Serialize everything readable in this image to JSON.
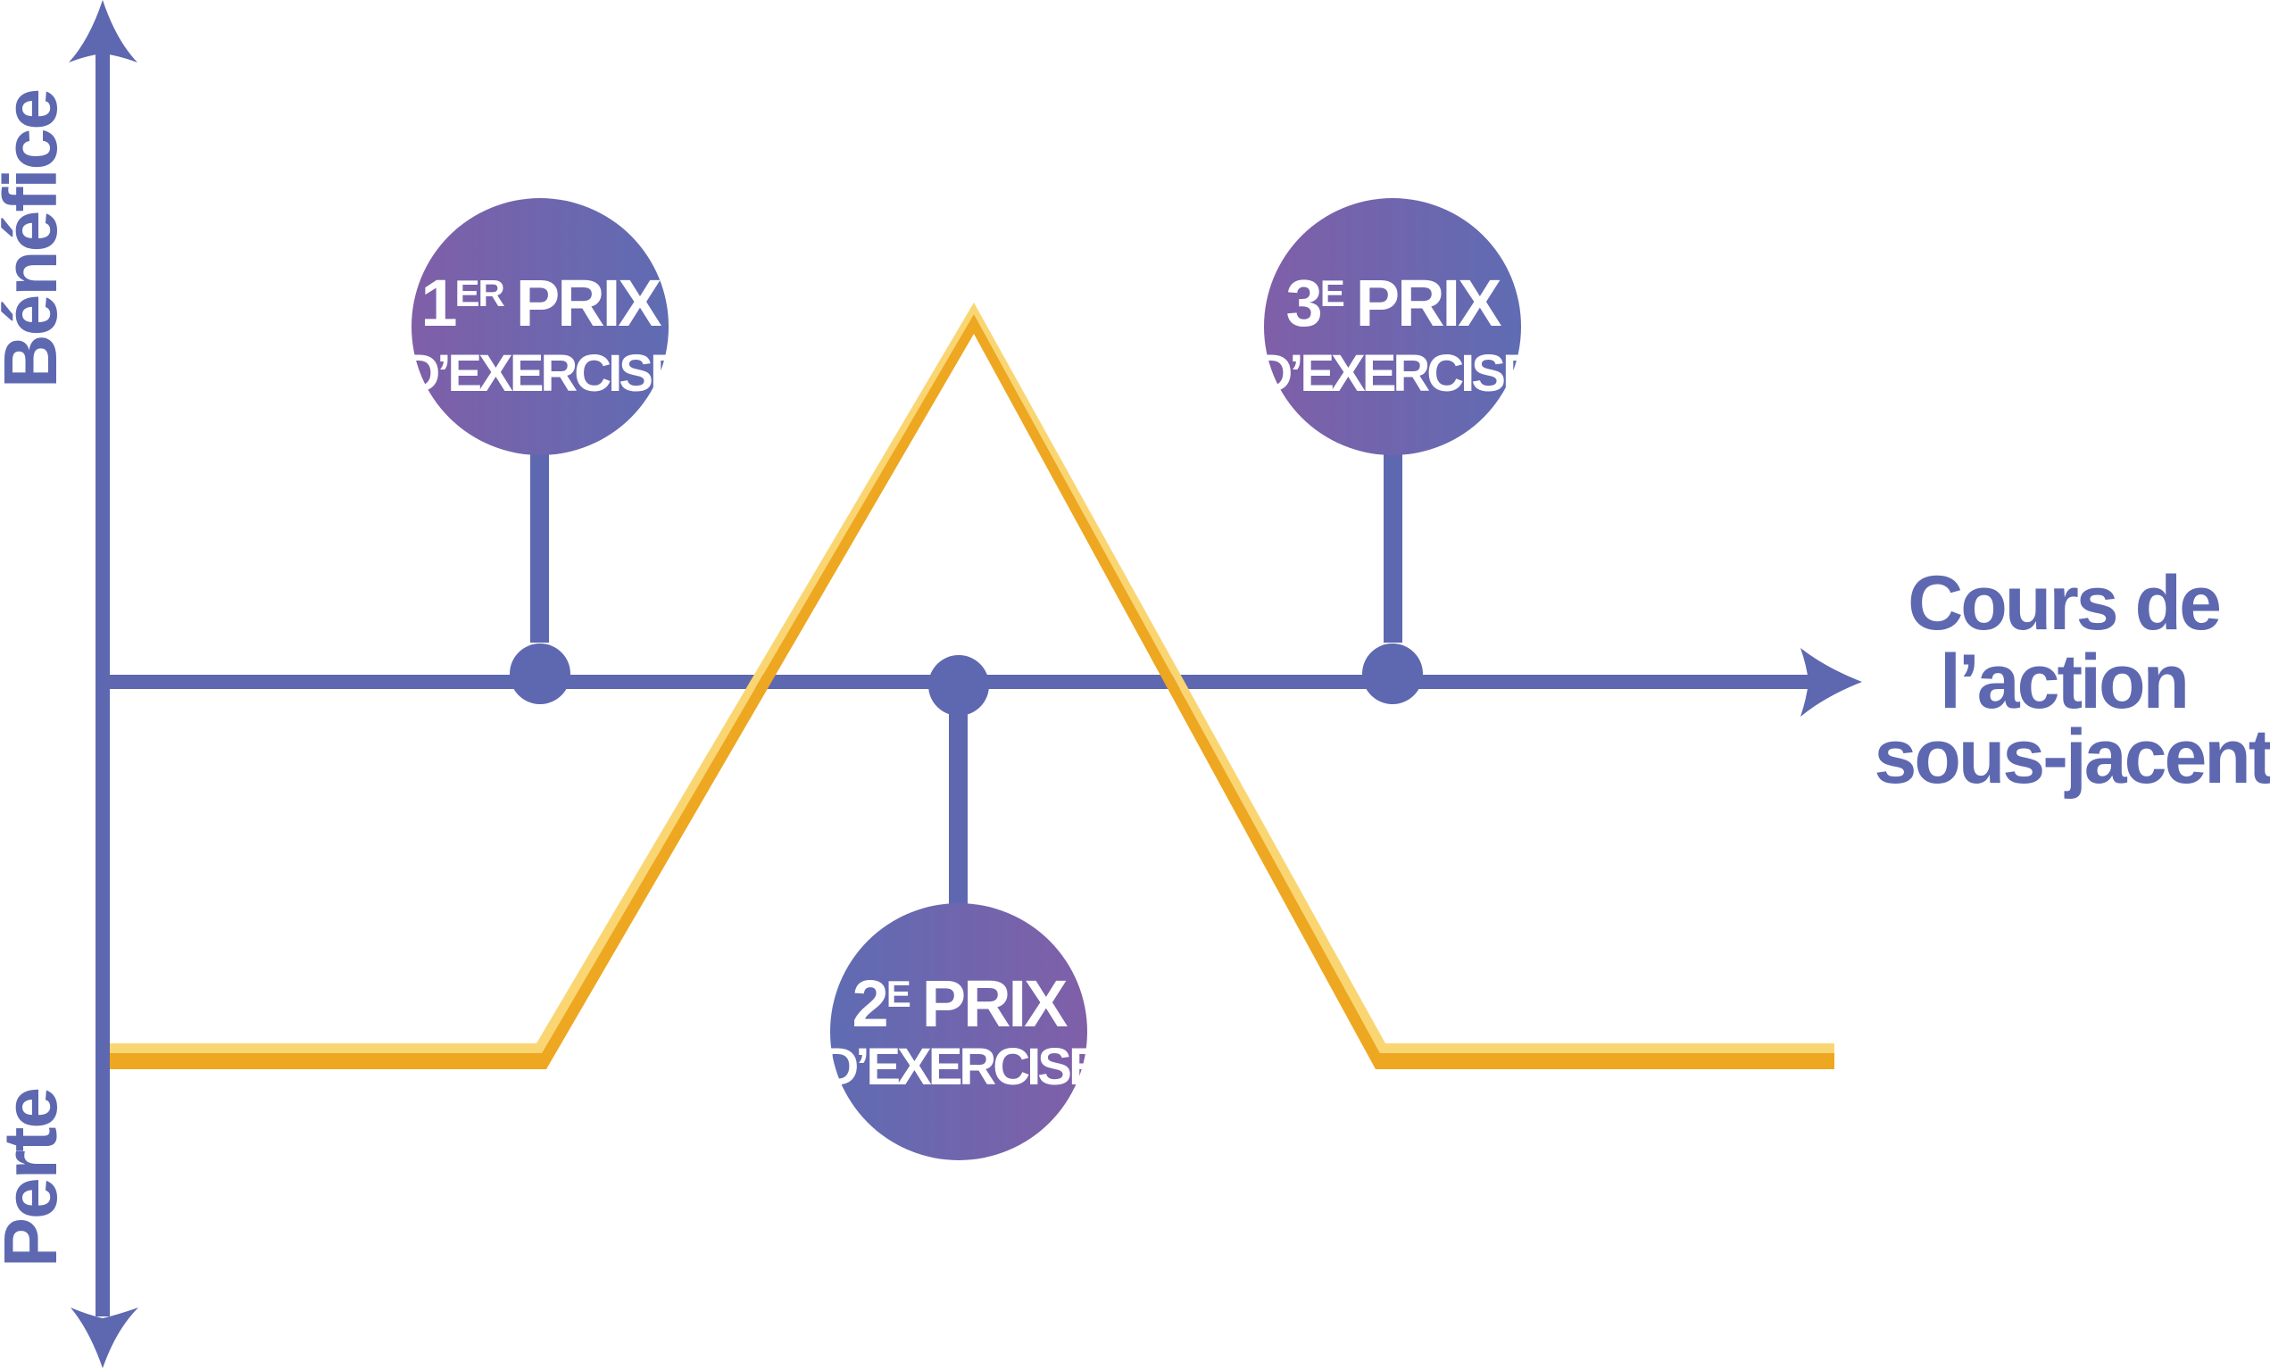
{
  "diagram": {
    "type": "option-strategy-payoff",
    "colors": {
      "axis": "#5d68b0",
      "payoff_main": "#eea720",
      "payoff_highlight": "#fad673",
      "circle_purple": "#7f5fa8",
      "circle_blue": "#5f6cb3",
      "circle_text": "#ffffff"
    },
    "y_axis": {
      "top_label": "Bénéfice",
      "bottom_label": "Perte"
    },
    "x_axis": {
      "label_lines": [
        "Cours de",
        "l’action",
        "sous-jacent"
      ]
    },
    "strikes": [
      {
        "number": "1",
        "suffix": "ER",
        "word": "PRIX",
        "line2": "D’EXERCISE",
        "position": "above"
      },
      {
        "number": "2",
        "suffix": "E",
        "word": "PRIX",
        "line2": "D’EXERCISE",
        "position": "below"
      },
      {
        "number": "3",
        "suffix": "E",
        "word": "PRIX",
        "line2": "D’EXERCISE",
        "position": "above"
      }
    ],
    "payoff": {
      "shape": "flat-loss, rises from strike 1 to peak at strike 2, falls to strike 3, flat-loss",
      "left_level": "loss",
      "peak_at_strike": 2,
      "right_level": "loss"
    }
  }
}
